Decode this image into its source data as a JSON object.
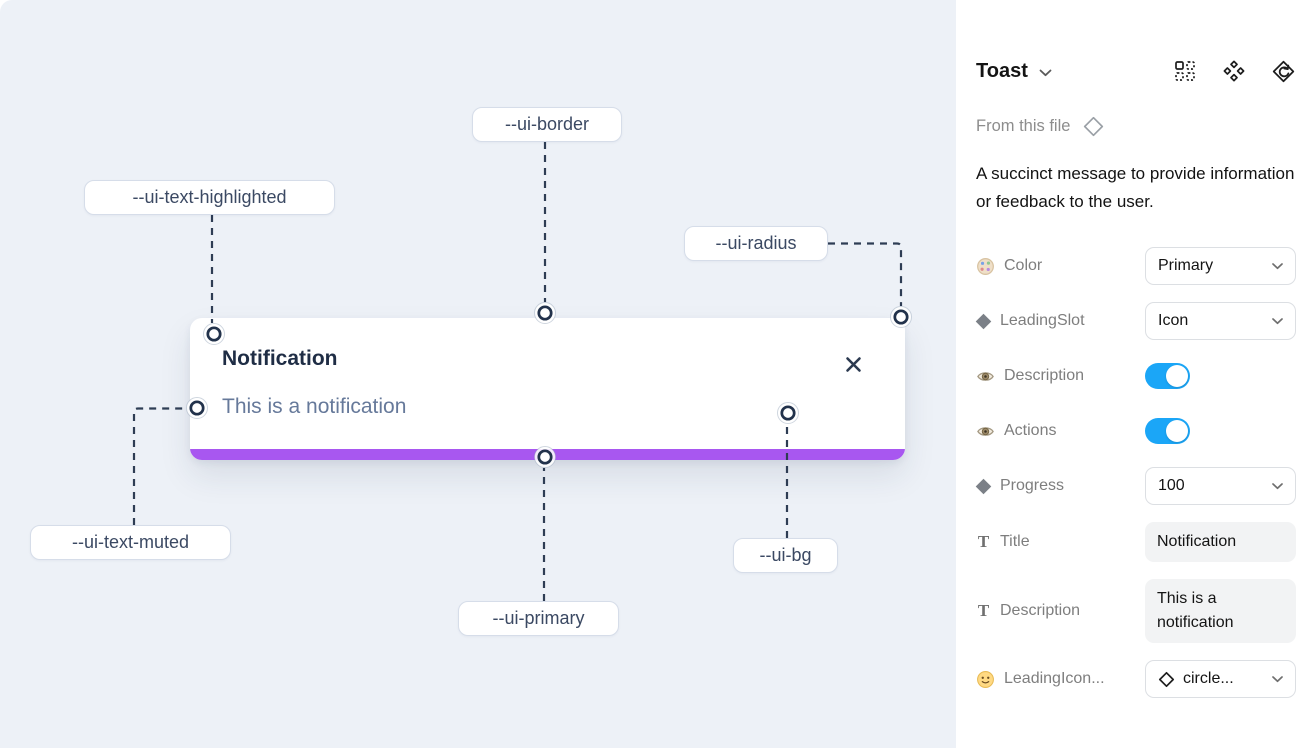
{
  "canvas": {
    "card": {
      "title": "Notification",
      "description": "This is a notification",
      "close_icon": "x-icon"
    },
    "annotations": [
      {
        "label": "--ui-text-highlighted"
      },
      {
        "label": "--ui-border"
      },
      {
        "label": "--ui-radius"
      },
      {
        "label": "--ui-text-muted"
      },
      {
        "label": "--ui-primary"
      },
      {
        "label": "--ui-bg"
      }
    ]
  },
  "panel": {
    "title": "Toast",
    "title_chevron_icon": "chevron-down-icon",
    "header_icons": [
      "swap-instance-icon",
      "component-icon",
      "reset-component-icon"
    ],
    "source_label": "From this file",
    "source_icon": "diamond-outline-icon",
    "description": "A succinct message to provide information or feedback to the user.",
    "text_icon_glyph": "T",
    "properties": [
      {
        "label": "Color",
        "icon": "palette-icon",
        "type": "select",
        "value": "Primary"
      },
      {
        "label": "LeadingSlot",
        "icon": "diamond-solid-icon",
        "type": "select",
        "value": "Icon"
      },
      {
        "label": "Description",
        "icon": "eye-icon",
        "type": "toggle",
        "value": true
      },
      {
        "label": "Actions",
        "icon": "eye-icon",
        "type": "toggle",
        "value": true
      },
      {
        "label": "Progress",
        "icon": "diamond-solid-icon",
        "type": "select",
        "value": "100"
      },
      {
        "label": "Title",
        "icon": "text-icon",
        "type": "text",
        "value": "Notification"
      },
      {
        "label": "Description",
        "icon": "text-icon",
        "type": "text",
        "value": "This is a notification"
      },
      {
        "label": "LeadingIcon...",
        "icon": "smiley-icon",
        "type": "select",
        "value": "circle...",
        "value_icon": "diamond-outline-icon"
      }
    ]
  },
  "colors": {
    "accent_purple": "#a857f0",
    "toggle_blue": "#1ba6f7",
    "canvas_bg": "#edf1f7",
    "wire": "#2e3d54"
  }
}
